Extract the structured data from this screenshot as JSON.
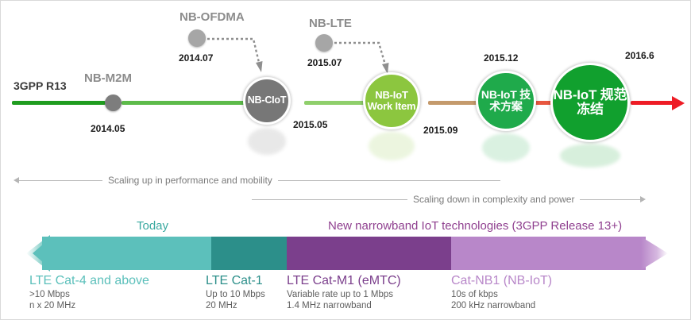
{
  "timeline": {
    "release_label": "3GPP R13",
    "nodes": [
      {
        "id": "nb-m2m",
        "title": "NB-M2M",
        "date": "2014.05",
        "inner": "",
        "color": "#7d7d7d",
        "kind": "dot-on-line"
      },
      {
        "id": "nb-ofdma",
        "title": "NB-OFDMA",
        "date": "2014.07",
        "inner": "",
        "color": "#a6a6a6",
        "kind": "above-line"
      },
      {
        "id": "nb-ciot",
        "title": "",
        "date": "2015.05",
        "inner": "NB-CIoT",
        "color": "#777777",
        "kind": "on-line"
      },
      {
        "id": "nb-lte",
        "title": "NB-LTE",
        "date": "2015.07",
        "inner": "",
        "color": "#a6a6a6",
        "kind": "above-line"
      },
      {
        "id": "nb-iot-wi",
        "title": "",
        "date": "2015.09",
        "inner": "NB-IoT Work Item",
        "color": "#8cc63f",
        "kind": "on-line"
      },
      {
        "id": "nb-iot-ts",
        "title": "",
        "date": "2015.12",
        "inner": "NB-IoT 技术方案",
        "color": "#1faa4b",
        "kind": "on-line"
      },
      {
        "id": "nb-iot-fz",
        "title": "",
        "date": "2016.6",
        "inner": "NB-IoT 规范冻结",
        "color": "#11a02e",
        "kind": "on-line"
      }
    ],
    "line_colors": [
      "#1f9c1f",
      "#5dbb4a",
      "#8fcf6b",
      "#c49a6c",
      "#e8573f",
      "#ee1c25"
    ],
    "arrow_color": "#ee1c25"
  },
  "scaling": {
    "up": {
      "label": "Scaling up in performance and mobility",
      "direction": "left"
    },
    "down": {
      "label": "Scaling down in complexity and power",
      "direction": "right"
    }
  },
  "bands": [
    {
      "label": "Today",
      "color": "#3aa9a0"
    },
    {
      "label": "New narrowband IoT technologies (3GPP Release 13+)",
      "color": "#8f3f8f"
    }
  ],
  "bar": {
    "segments": [
      {
        "name": "lte-cat4",
        "color": "#5cc0bb"
      },
      {
        "name": "lte-cat1",
        "color": "#2c8f8a"
      },
      {
        "name": "lte-cat-m1",
        "color": "#7b3f8c"
      },
      {
        "name": "cat-nb1",
        "color": "#b887c9"
      }
    ],
    "left_tip_color": "#5cc0bb",
    "right_tip_color": "#b887c9"
  },
  "columns": [
    {
      "name": "lte-cat4-and-above",
      "title": "LTE Cat-4 and above",
      "title_color": "#5cc0bb",
      "lines": [
        ">10 Mbps",
        "n x 20 MHz"
      ]
    },
    {
      "name": "lte-cat1",
      "title": "LTE Cat-1",
      "title_color": "#2c8f8a",
      "lines": [
        "Up to 10 Mbps",
        "20 MHz"
      ]
    },
    {
      "name": "lte-cat-m1-emtc",
      "title": "LTE Cat-M1 (eMTC)",
      "title_color": "#7b3f8c",
      "lines": [
        "Variable rate up to 1 Mbps",
        "1.4 MHz narrowband"
      ]
    },
    {
      "name": "cat-nb1-nb-iot",
      "title": "Cat-NB1 (NB-IoT)",
      "title_color": "#b887c9",
      "lines": [
        "10s of kbps",
        "200 kHz narrowband"
      ]
    }
  ]
}
